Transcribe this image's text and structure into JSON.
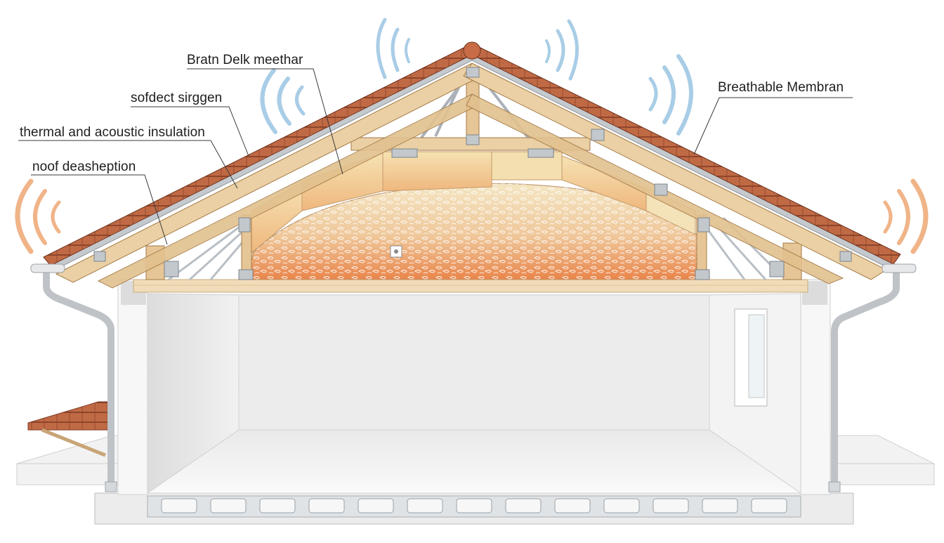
{
  "labels": {
    "bratn": "Bratn Delk meethar",
    "sofdect": "sofdect sirggen",
    "thermal": "thermal and acoustic insulation",
    "noof": "noof deashеption",
    "breathable": "Breathable Membran"
  },
  "colors": {
    "tile": "#b8603f",
    "tile_dark": "#8a3f28",
    "timber": "#e8c99a",
    "timber_dark": "#b48a55",
    "insulation_top": "#f2e3bd",
    "insulation_bottom": "#e98a4e",
    "wall": "#f4f4f4",
    "wave_blue": "#a9cde6",
    "wave_orange": "#f0b488",
    "metal": "#b9bfc5"
  }
}
